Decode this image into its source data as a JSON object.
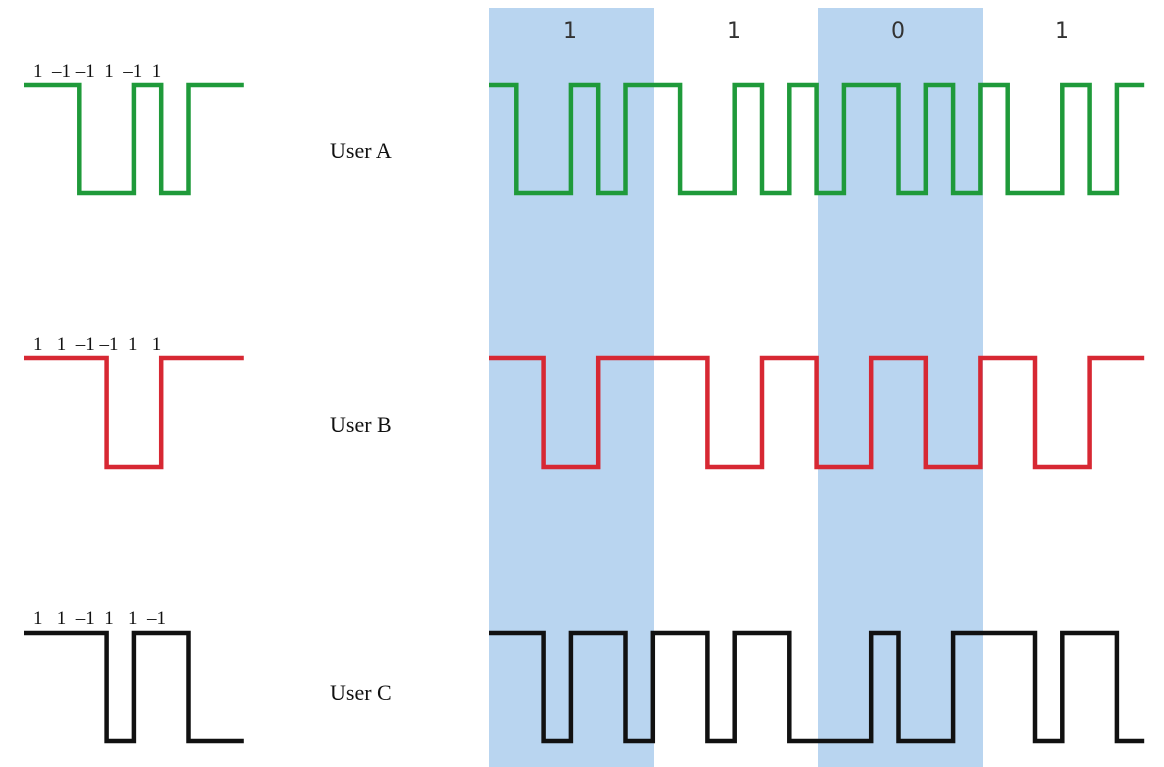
{
  "colors": {
    "user_a": "#1f9a3a",
    "user_b": "#d72833",
    "user_c": "#111111",
    "highlight": "#b9d5f0"
  },
  "bits": {
    "label_1": "1",
    "label_2": "1",
    "label_3": "0",
    "label_4": "1",
    "values": [
      1,
      1,
      0,
      1
    ],
    "highlighted": [
      true,
      false,
      true,
      false
    ]
  },
  "users": [
    {
      "name": "User A",
      "code_label": "1  –1 –1  1  –1  1",
      "chips": [
        1,
        -1,
        -1,
        1,
        -1,
        1
      ]
    },
    {
      "name": "User B",
      "code_label": "1   1  –1 –1  1   1",
      "chips": [
        1,
        1,
        -1,
        -1,
        1,
        1
      ]
    },
    {
      "name": "User C",
      "code_label": "1   1  –1  1   1  –1",
      "chips": [
        1,
        1,
        -1,
        1,
        1,
        -1
      ]
    }
  ]
}
